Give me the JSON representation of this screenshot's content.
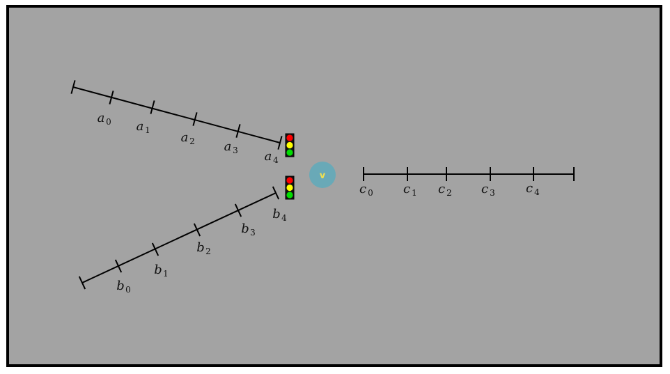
{
  "colors": {
    "background": "#a3a3a3",
    "frame": "#000000",
    "line": "#000000",
    "light_red": "#ff0000",
    "light_yellow": "#ffff00",
    "light_green": "#00dd00",
    "circle_fill": "#69a9b7",
    "circle_text": "#f0e050"
  },
  "center_node": {
    "label": "v"
  },
  "lines": [
    {
      "id": "a",
      "labels": [
        {
          "base": "a",
          "sub": "0"
        },
        {
          "base": "a",
          "sub": "1"
        },
        {
          "base": "a",
          "sub": "2"
        },
        {
          "base": "a",
          "sub": "3"
        },
        {
          "base": "a",
          "sub": "4"
        }
      ]
    },
    {
      "id": "b",
      "labels": [
        {
          "base": "b",
          "sub": "0"
        },
        {
          "base": "b",
          "sub": "1"
        },
        {
          "base": "b",
          "sub": "2"
        },
        {
          "base": "b",
          "sub": "3"
        },
        {
          "base": "b",
          "sub": "4"
        }
      ]
    },
    {
      "id": "c",
      "labels": [
        {
          "base": "c",
          "sub": "0"
        },
        {
          "base": "c",
          "sub": "1"
        },
        {
          "base": "c",
          "sub": "2"
        },
        {
          "base": "c",
          "sub": "3"
        },
        {
          "base": "c",
          "sub": "4"
        }
      ]
    }
  ],
  "traffic_lights": [
    {
      "id": "upper",
      "icon": "traffic-light-icon"
    },
    {
      "id": "lower",
      "icon": "traffic-light-icon"
    }
  ]
}
